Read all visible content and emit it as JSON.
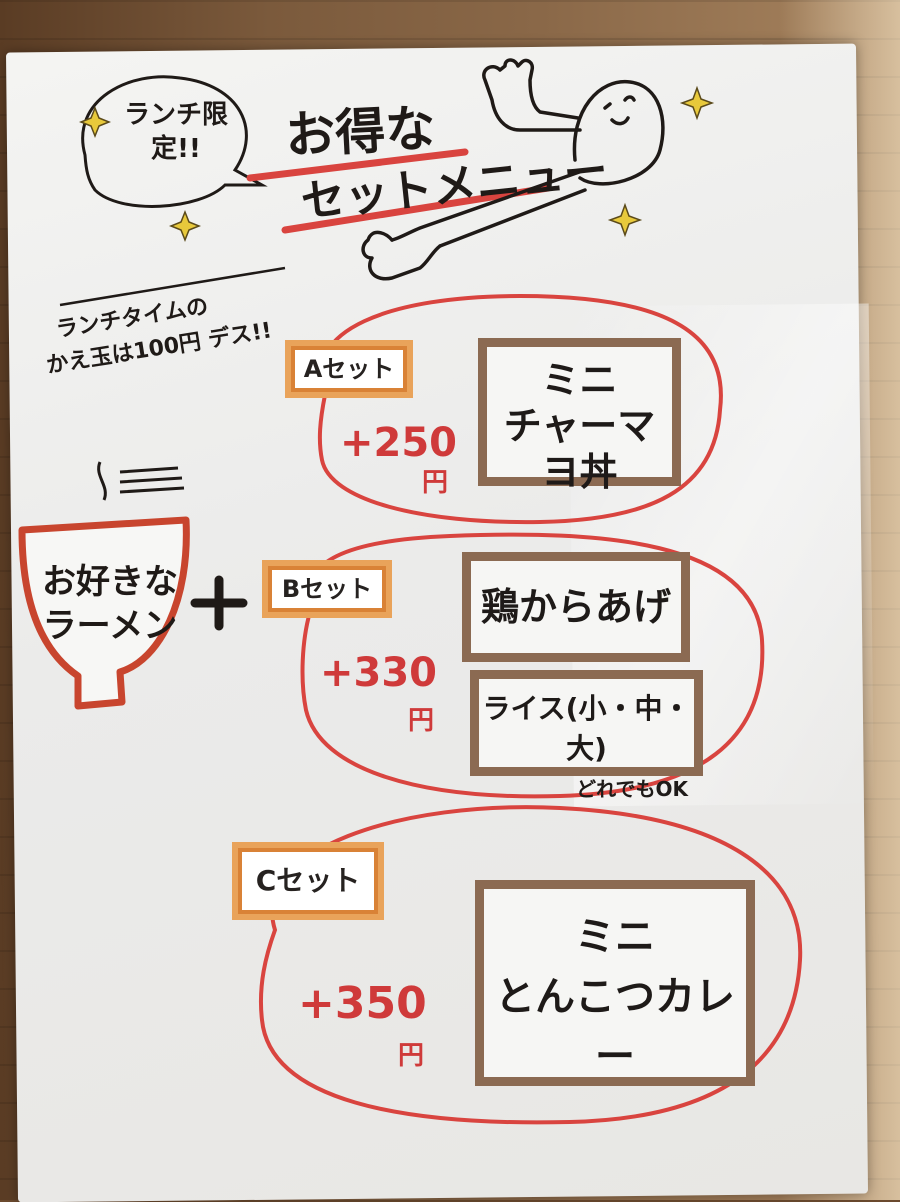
{
  "menu": {
    "callout": "ランチ限定!!",
    "title_line1": "お得な",
    "title_line2": "セットメニュー",
    "note_line1": "ランチタイムの",
    "note_line2": "かえ玉は100円 デス!!",
    "bowl_label_line1": "お好きな",
    "bowl_label_line2": "ラーメン",
    "plus": "+",
    "currency": "円",
    "sets": [
      {
        "label": "Aセット",
        "price": "+250",
        "items": [
          {
            "text": "ミニ\nチャーマヨ丼"
          }
        ]
      },
      {
        "label": "Bセット",
        "price": "+330",
        "items": [
          {
            "text": "鶏からあげ"
          },
          {
            "text": "ライス(小・中・大)",
            "sub": "どれでもOK"
          }
        ]
      },
      {
        "label": "Cセット",
        "price": "+350",
        "items": [
          {
            "text": "ミニ\nとんこつカレー"
          }
        ]
      }
    ]
  },
  "colors": {
    "red_outline": "#d9443f",
    "orange_label": "#e9a35a",
    "brown_box": "#8b6a52",
    "ink": "#1f1a17",
    "paper": "#f1f1ef"
  },
  "icons": [
    "sparkle-icon",
    "mascot-character-icon",
    "ramen-bowl-icon"
  ]
}
